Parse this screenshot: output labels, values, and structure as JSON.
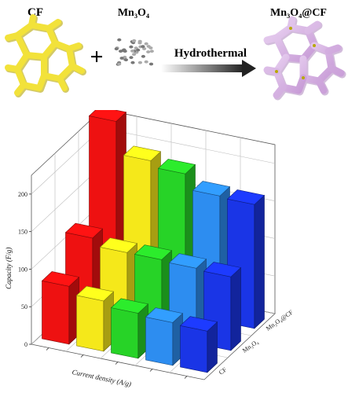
{
  "scheme": {
    "cf_label": "CF",
    "mn3o4_label": "Mn₃O₄",
    "plus": "+",
    "process_label": "Hydrothermal",
    "product_label": "Mn₃O₄@CF"
  },
  "colors": {
    "cf_framework": "#f2e23a",
    "composite_framework": "#d9b8e6",
    "arrow_dark": "#222222"
  },
  "chart_data": {
    "type": "bar3d",
    "ylabel": "Capacity (F/g)",
    "xlabel": "Current density (A/g)",
    "ylim": [
      0,
      225
    ],
    "y_ticks": [
      "0",
      "50",
      "100",
      "150",
      "200"
    ],
    "x_tick_labels": [
      "",
      "",
      "",
      "",
      ""
    ],
    "rows": [
      "CF",
      "Mn₃O₄",
      "Mn₃O₄@CF"
    ],
    "series": [
      {
        "name": "CF",
        "values": [
          77,
          67,
          60,
          57,
          55
        ],
        "colors": [
          "#ee1111",
          "#f5e81a",
          "#27d327",
          "#2d8df0",
          "#1a35e6"
        ]
      },
      {
        "name": "Mn₃O₄",
        "values": [
          112,
          102,
          102,
          100,
          98
        ],
        "colors": [
          "#ee1111",
          "#f5e81a",
          "#27d327",
          "#2d8df0",
          "#1a35e6"
        ]
      },
      {
        "name": "Mn₃O₄@CF",
        "values": [
          238,
          195,
          187,
          167,
          165
        ],
        "colors": [
          "#ee1111",
          "#f5e81a",
          "#27d327",
          "#2d8df0",
          "#1a35e6"
        ]
      }
    ],
    "grid": true
  }
}
